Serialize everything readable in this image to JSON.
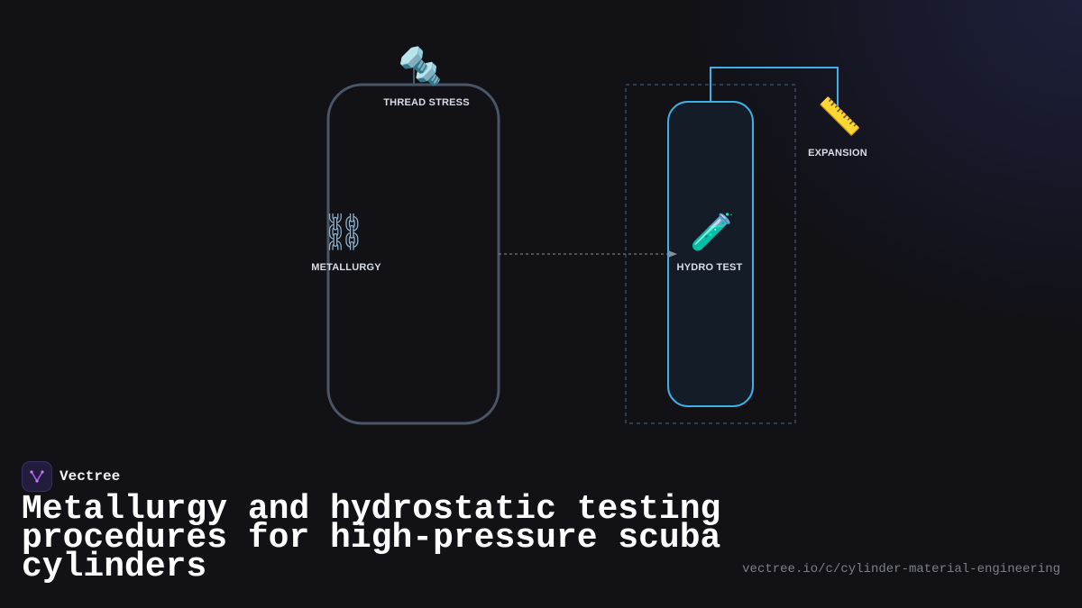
{
  "diagram": {
    "nodes": {
      "thread_stress": {
        "label": "THREAD STRESS",
        "icon": "bolt-nut-icon",
        "glyph": "🔩"
      },
      "metallurgy": {
        "label": "METALLURGY",
        "icon": "chain-icon",
        "glyph": "⛓"
      },
      "hydro_test": {
        "label": "HYDRO TEST",
        "icon": "test-tube-icon",
        "glyph": "🧪"
      },
      "expansion": {
        "label": "EXPANSION",
        "icon": "ruler-icon",
        "glyph": "📏"
      }
    },
    "colors": {
      "left_cylinder": "#4a5568",
      "right_cylinder": "#3fb0e6",
      "dashed_group": "#2c3e50",
      "connector": "#8a8f99"
    }
  },
  "footer": {
    "brand": "Vectree",
    "title": "Metallurgy and hydrostatic testing procedures for high-pressure scuba cylinders",
    "url": "vectree.io/c/cylinder-material-engineering"
  }
}
